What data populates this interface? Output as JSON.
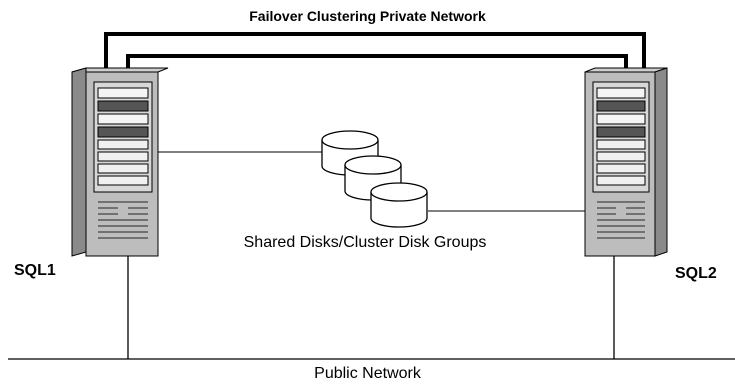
{
  "diagram": {
    "private_network_label": "Failover Clustering Private Network",
    "shared_disks_label": "Shared Disks/Cluster Disk Groups",
    "public_network_label": "Public Network",
    "servers": [
      {
        "name": "SQL1",
        "icon": "tower-server-icon"
      },
      {
        "name": "SQL2",
        "icon": "tower-server-icon"
      }
    ],
    "disks": [
      {
        "icon": "disk-cylinder-icon"
      },
      {
        "icon": "disk-cylinder-icon"
      },
      {
        "icon": "disk-cylinder-icon"
      }
    ]
  }
}
